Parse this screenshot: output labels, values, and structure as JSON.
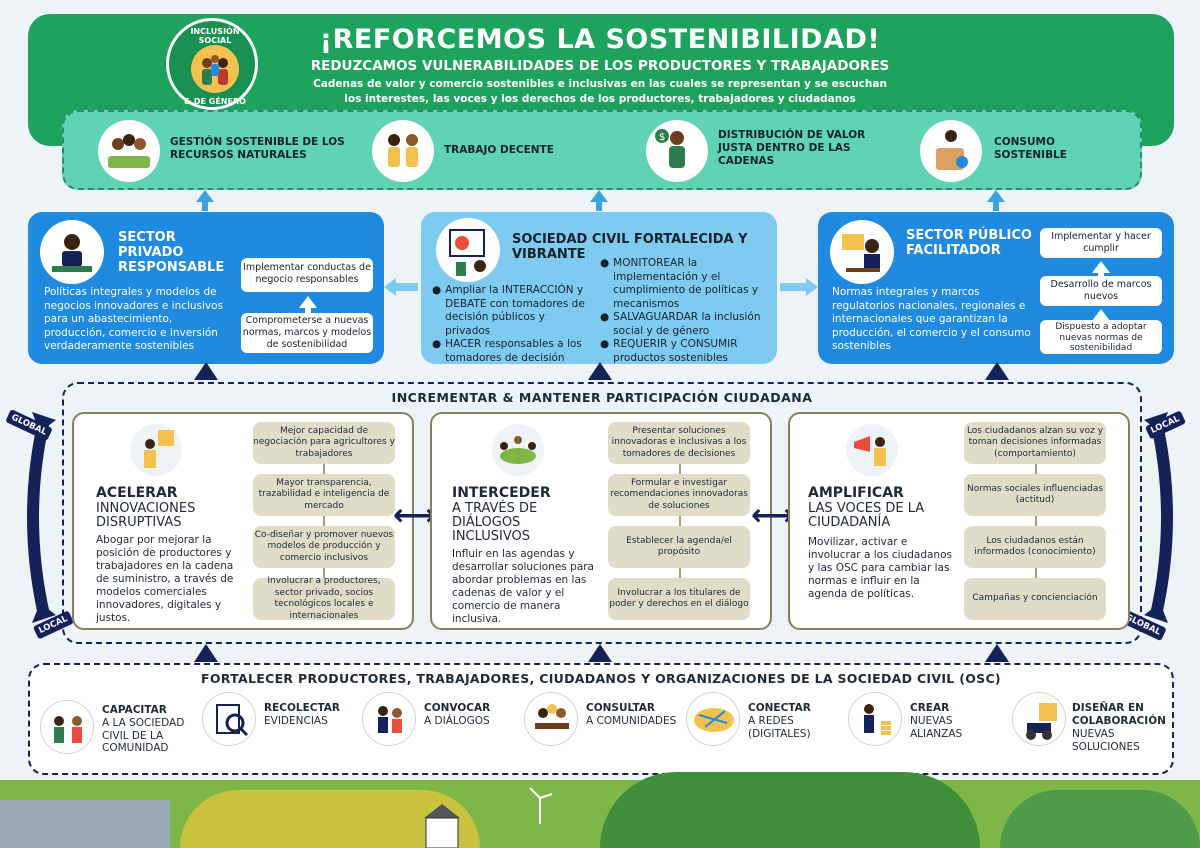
{
  "header": {
    "title": "¡REFORCEMOS LA SOSTENIBILIDAD!",
    "subtitle": "REDUZCAMOS VULNERABILIDADES DE LOS PRODUCTORES Y TRABAJADORES",
    "desc_line1": "Cadenas de valor y comercio sostenibles e inclusivas en las cuales se representan y se escuchan",
    "desc_line2": "los interestes,  las voces y los derechos de los productores, trabajadores y ciudadanos",
    "badge_top": "INCLUSIÓN SOCIAL",
    "badge_bottom": "& DE GÉNERO"
  },
  "goals": [
    {
      "label": "GESTIÓN SOSTENIBLE DE LOS RECURSOS NATURALES",
      "icon": "farmers-group-icon"
    },
    {
      "label": "TRABAJO DECENTE",
      "icon": "workers-icon"
    },
    {
      "label": "DISTRIBUCIÓN DE VALOR JUSTA DENTRO DE LAS CADENAS",
      "icon": "money-woman-icon"
    },
    {
      "label": "CONSUMO SOSTENIBLE",
      "icon": "shopper-icon"
    }
  ],
  "sectors": {
    "private": {
      "title": "SECTOR PRIVADO RESPONSABLE",
      "text": "Políticas integrales y modelos de negocios innovadores e inclusivos para un abastecimiento, producción, comercio e inversión verdaderamente sostenibles",
      "box1": "Implementar conductas de negocio responsables",
      "box2": "Comprometerse a nuevas normas, marcos y modelos de sostenibilidad"
    },
    "civil": {
      "title": "SOCIEDAD CIVIL FORTALECIDA Y VIBRANTE",
      "left_items": [
        "Ampliar la INTERACCIÓN y DEBATE con tomadores de decisión públicos y privados",
        "HACER responsables a los tomadores de decisión"
      ],
      "right_items": [
        "MONITOREAR la implementación y el cumplimiento de políticas y mecanismos",
        "SALVAGUARDAR la inclusión social y de género",
        "REQUERIR y CONSUMIR productos sostenibles"
      ]
    },
    "public": {
      "title": "SECTOR PÚBLICO FACILITADOR",
      "text": "Normas integrales y marcos regulatorios nacionales, regionales e internacionales que garantizan la producción, el comercio y el consumo sostenibles",
      "box1": "Implementar y hacer cumplir",
      "box2": "Desarrollo de marcos nuevos",
      "box3": "Dispuesto a adoptar nuevas normas de sostenibilidad"
    }
  },
  "participation": {
    "title": "INCREMENTAR & MANTENER PARTICIPACIÓN CIUDADANA",
    "global_label": "GLOBAL",
    "local_label": "LOCAL",
    "columns": [
      {
        "heading": "ACELERAR",
        "sub": "INNOVACIONES DISRUPTIVAS",
        "text": "Abogar por mejorar la posición de productores y trabajadores en la cadena de suministro, a través de modelos comerciales innovadores, digitales y justos.",
        "steps": [
          "Mejor capacidad de negociación para agricultores y trabajadores",
          "Mayor transparencia, trazabilidad e inteligencia de mercado",
          "Co-diseñar y promover nuevos modelos de producción y comercio inclusivos",
          "Involucrar a productores, sector privado, socios tecnológicos locales e internacionales"
        ]
      },
      {
        "heading": "INTERCEDER",
        "sub": "A TRAVÉS DE DIÁLOGOS INCLUSIVOS",
        "text": "Influir en las agendas y desarrollar soluciones para abordar problemas en las cadenas de valor y el comercio de manera inclusiva.",
        "steps": [
          "Presentar soluciones innovadoras e inclusivas a los tomadores de decisiones",
          "Formular e investigar recomendaciones innovadoras de soluciones",
          "Establecer la agenda/el propósito",
          "Involucrar a los titulares de poder y derechos en el diálogo"
        ]
      },
      {
        "heading": "AMPLIFICAR",
        "sub": "LAS VOCES DE LA CIUDADANÍA",
        "text": "Movilizar, activar e involucrar a los ciudadanos y las OSC para cambiar las normas e influir en la agenda de políticas.",
        "steps": [
          "Los ciudadanos alzan su voz y toman decisiones informadas (comportamiento)",
          "Normas sociales influenciadas (actitud)",
          "Los ciudadanos están informados (conocimiento)",
          "Campañas y concienciación"
        ]
      }
    ]
  },
  "strengthen": {
    "title": "FORTALECER PRODUCTORES, TRABAJADORES, CIUDADANOS Y ORGANIZACIONES DE LA SOCIEDAD CIVIL (OSC)",
    "actions": [
      {
        "bold": "CAPACITAR",
        "text": "A LA SOCIEDAD CIVIL DE LA COMUNIDAD",
        "icon": "trainees-icon"
      },
      {
        "bold": "RECOLECTAR",
        "text": "EVIDENCIAS",
        "icon": "magnifier-document-icon"
      },
      {
        "bold": "CONVOCAR",
        "text": "A DIÁLOGOS",
        "icon": "dialogue-icon"
      },
      {
        "bold": "CONSULTAR",
        "text": "A COMUNIDADES",
        "icon": "community-meeting-icon"
      },
      {
        "bold": "CONECTAR",
        "text": "A REDES (DIGITALES)",
        "icon": "network-map-icon"
      },
      {
        "bold": "CREAR",
        "text": "NUEVAS ALIANZAS",
        "icon": "alliance-icon"
      },
      {
        "bold": "DISEÑAR EN COLABORACIÓN",
        "text": "NUEVAS SOLUCIONES",
        "icon": "design-tractor-icon"
      }
    ]
  },
  "colors": {
    "header_green": "#1ea35e",
    "goals_teal": "#5fd3b4",
    "sector_blue": "#1f8ae0",
    "civil_light_blue": "#7ecaf0",
    "navy": "#15225a",
    "step_beige": "#dfdcc8"
  }
}
